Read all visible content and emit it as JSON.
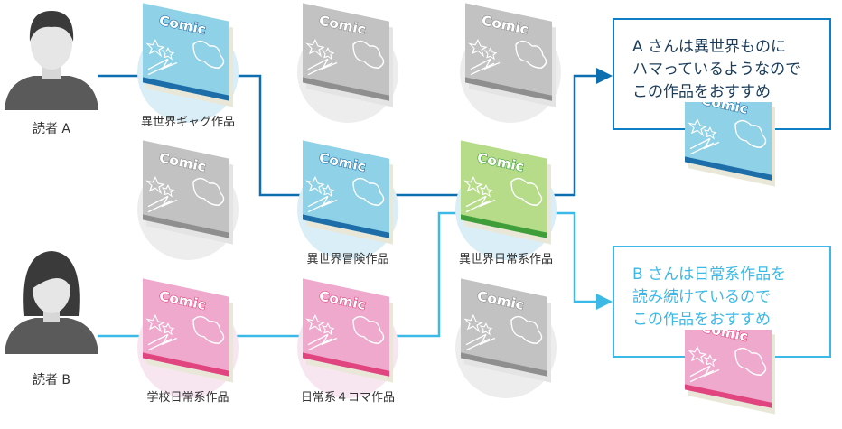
{
  "readers": [
    {
      "id": "a",
      "label": "読者 A",
      "gender": "male"
    },
    {
      "id": "b",
      "label": "読者 B",
      "gender": "female"
    }
  ],
  "books": [
    {
      "id": "a1",
      "label": "異世界ギャグ作品",
      "color": "blue",
      "highlight": true
    },
    {
      "id": "g1",
      "label": "",
      "color": "gray",
      "highlight": false
    },
    {
      "id": "g2",
      "label": "",
      "color": "gray",
      "highlight": false
    },
    {
      "id": "g3",
      "label": "",
      "color": "gray",
      "highlight": false
    },
    {
      "id": "c1",
      "label": "異世界冒険作品",
      "color": "blue",
      "highlight": true
    },
    {
      "id": "c2",
      "label": "異世界日常系作品",
      "color": "green",
      "highlight": true
    },
    {
      "id": "b1",
      "label": "学校日常系作品",
      "color": "pink",
      "highlight": true
    },
    {
      "id": "b2",
      "label": "日常系４コマ作品",
      "color": "pink",
      "highlight": true
    },
    {
      "id": "g4",
      "label": "",
      "color": "gray",
      "highlight": false
    }
  ],
  "cover_text": "Comic",
  "recommendations": [
    {
      "id": "rec-a",
      "lines": [
        "A さんは異世界ものに",
        "ハマっているようなので",
        "この作品をおすすめ"
      ],
      "border_color": "#0e7fc4",
      "text_color": "#1a3c5a",
      "book_color": "blue"
    },
    {
      "id": "rec-b",
      "lines": [
        "B さんは日常系作品を",
        "読み続けているので",
        "この作品をおすすめ"
      ],
      "border_color": "#3cb9e6",
      "text_color": "#3cb9e6",
      "book_color": "pink"
    }
  ],
  "colors": {
    "path_a": "#0e6fb0",
    "path_b": "#3cb9e6",
    "reader_icon": "#5a5a5a"
  }
}
